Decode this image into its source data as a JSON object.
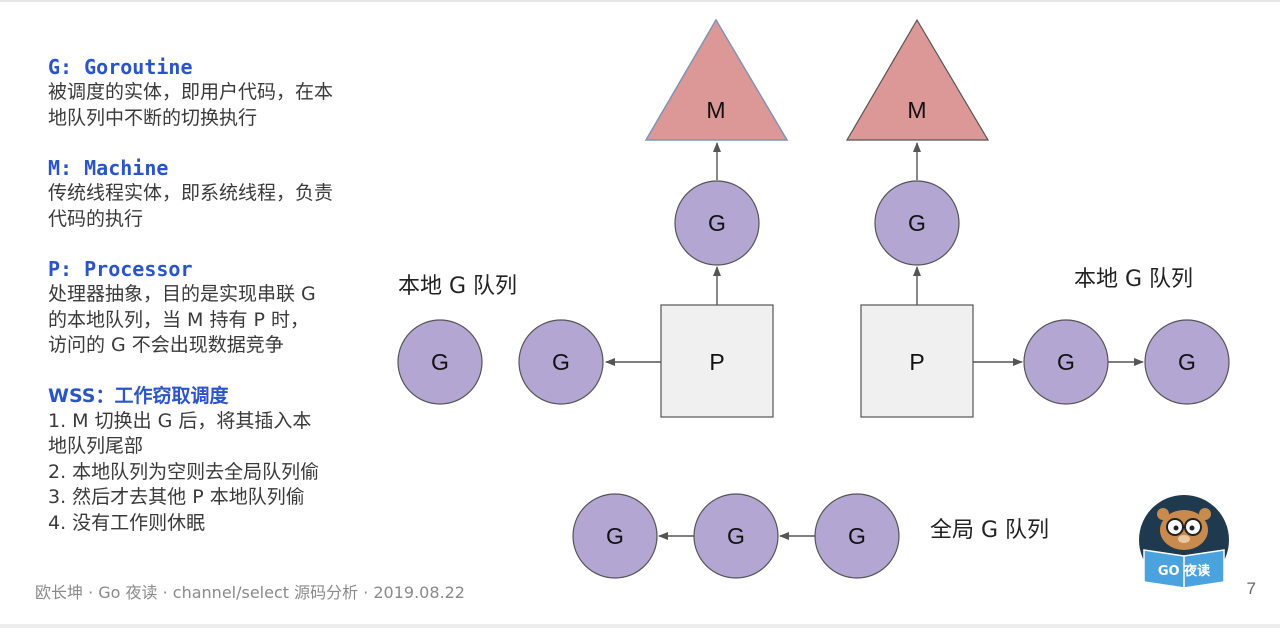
{
  "definitions": {
    "g": {
      "title": "G: Goroutine",
      "body": "被调度的实体，即用户代码，在本\n地队列中不断的切换执行"
    },
    "m": {
      "title": "M: Machine",
      "body": "传统线程实体，即系统线程，负责\n代码的执行"
    },
    "p": {
      "title": "P: Processor",
      "body": "处理器抽象，目的是实现串联 G\n的本地队列，当 M 持有 P 时，\n访问的 G 不会出现数据竞争"
    },
    "wss": {
      "title": "WSS：工作窃取调度",
      "body": "1. M 切换出 G 后，将其插入本\n地队列尾部\n2. 本地队列为空则去全局队列偷\n3. 然后才去其他 P 本地队列偷\n4. 没有工作则休眠"
    }
  },
  "diagram": {
    "labels": {
      "m": "M",
      "g": "G",
      "p": "P"
    },
    "local_queue_left": "本地 G 队列",
    "local_queue_right": "本地 G 队列",
    "global_queue": "全局 G 队列",
    "colors": {
      "m_fill": "#dc9896",
      "g_fill": "#b3a6d2",
      "p_fill": "#f0f0f0",
      "stroke": "#555555",
      "arrow": "#555555"
    }
  },
  "footer": {
    "text": "欧长坤 · Go 夜读 · channel/select 源码分析 · 2019.08.22",
    "page_number": "7"
  },
  "logo": {
    "icon": "gopher-reading-book-icon",
    "text": "GO 夜读"
  }
}
